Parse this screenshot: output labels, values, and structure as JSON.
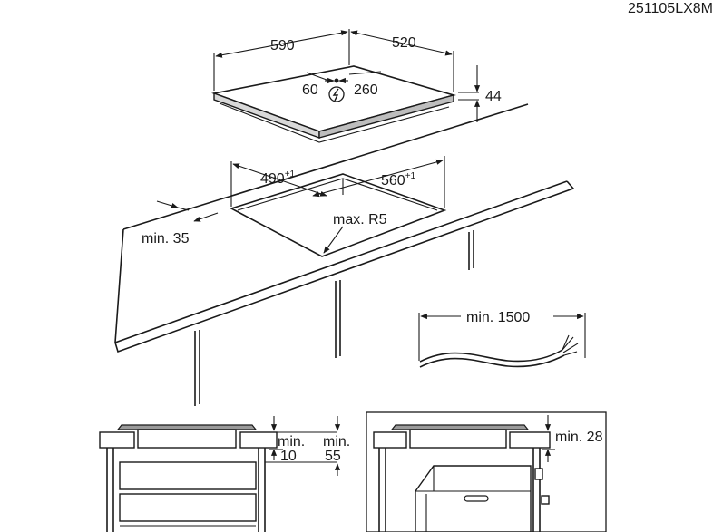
{
  "code": "251105LX8M",
  "hob": {
    "width": "590",
    "depth": "520",
    "thickness": "44",
    "cable_left": "60",
    "cable_right": "260"
  },
  "cutout": {
    "width_base": "490",
    "width_tol": "+1",
    "depth_base": "560",
    "depth_tol": "+1",
    "radius": "max. R5",
    "front_gap": "min. 35"
  },
  "cable": {
    "length": "min. 1500"
  },
  "section_left": {
    "label_a_line1": "min.",
    "label_a_line2": "10",
    "label_b_line1": "min.",
    "label_b_line2": "55"
  },
  "section_right": {
    "label": "min. 28"
  },
  "colors": {
    "line": "#1a1a1a",
    "metal": "#8a8a8a"
  }
}
